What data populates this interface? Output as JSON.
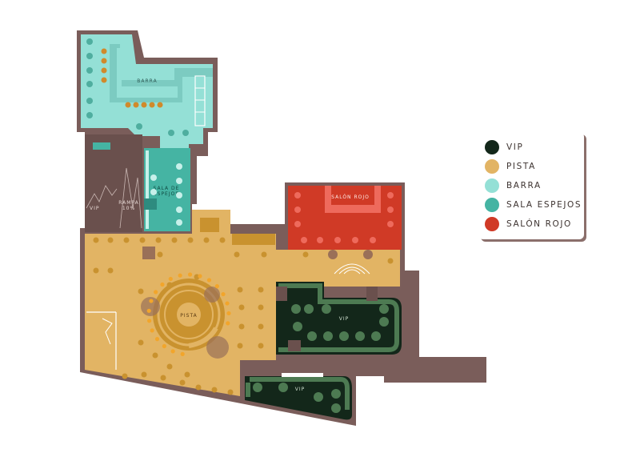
{
  "map": {
    "labels": {
      "barra": "BARRA",
      "sala_espejos_1": "SALA DE",
      "sala_espejos_2": "ESPEJOS",
      "rampa_1": "RAMPA",
      "rampa_2": "10%",
      "vip_left": "VIP",
      "salon_rojo": "SALÓN ROJO",
      "pista": "PISTA",
      "vip_center": "VIP",
      "vip_bottom": "VIP"
    }
  },
  "legend": {
    "items": [
      {
        "label": "VIP",
        "color": "#13271a"
      },
      {
        "label": "PISTA",
        "color": "#e2b464"
      },
      {
        "label": "BARRA",
        "color": "#94e0d6"
      },
      {
        "label": "SALA ESPEJOS",
        "color": "#45b4a3"
      },
      {
        "label": "SALÓN ROJO",
        "color": "#d03a26"
      }
    ]
  },
  "colors": {
    "wall": "#7a5d5a",
    "wall_dark": "#6a504d",
    "vip": "#13271a",
    "pista": "#e2b464",
    "barra": "#94e0d6",
    "sala_espejos": "#45b4a3",
    "salon_rojo": "#d03a26"
  }
}
